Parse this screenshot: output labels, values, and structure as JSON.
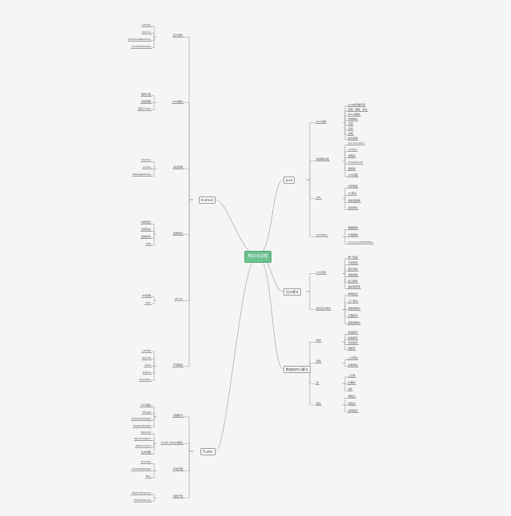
{
  "root": {
    "label": "知识点总结",
    "color": "#6cc28e"
  },
  "branches": {
    "java": {
      "label": "Java",
      "children": [
        {
          "label": "Java基础",
          "items": [
            "Java的四种引用",
            "封装、继承、多态",
            "String相关",
            "异常体系",
            "泛型",
            "反射",
            "注解",
            "集合框架"
          ]
        },
        {
          "label": "多线程/并发",
          "items": [
            "synchronized",
            "volatile",
            "线程池",
            "ThreadLocal",
            "锁机制",
            "CAS原理"
          ]
        },
        {
          "label": "JVM",
          "items": [
            "内存模型",
            "GC算法",
            "类加载机制",
            "双亲委派"
          ]
        },
        {
          "label": "HashMap",
          "items": [
            "数据结构",
            "扩容机制",
            "ConcurrentHashMap"
          ]
        }
      ]
    },
    "android": {
      "label": "Android",
      "children": [
        {
          "label": "四大组件",
          "items": [
            "Activity",
            "Service",
            "BroadcastReceiver",
            "ContentProvider"
          ]
        },
        {
          "label": "View相关",
          "items": [
            "事件分发",
            "绘制流程",
            "自定义View"
          ]
        },
        {
          "label": "消息机制",
          "items": [
            "Handler",
            "Looper",
            "MessageQueue"
          ]
        },
        {
          "label": "性能优化",
          "items": [
            "内存优化",
            "布局优化",
            "启动优化",
            "ANR"
          ]
        },
        {
          "label": "Binder",
          "items": [
            "IPC机制",
            "AIDL"
          ]
        },
        {
          "label": "开源框架",
          "items": [
            "OkHttp",
            "Retrofit",
            "Glide",
            "RxJava",
            "EventBus"
          ]
        }
      ]
    },
    "design": {
      "label": "设计模式",
      "children": [
        {
          "label": "六大原则",
          "items": [
            "单一职责",
            "开闭原则",
            "里氏替换",
            "依赖倒置",
            "接口隔离",
            "迪米特原则"
          ]
        },
        {
          "label": "常见设计模式",
          "items": [
            "单例模式",
            "工厂模式",
            "观察者模式",
            "代理模式",
            "建造者模式"
          ]
        }
      ]
    },
    "algo": {
      "label": "数据结构与算法",
      "children": [
        {
          "label": "排序",
          "items": [
            "冒泡排序",
            "快速排序",
            "归并排序",
            "堆排序"
          ]
        },
        {
          "label": "查找",
          "items": [
            "二分查找",
            "哈希查找"
          ]
        },
        {
          "label": "树",
          "items": [
            "二叉树",
            "红黑树",
            "B树"
          ]
        },
        {
          "label": "链表",
          "items": [
            "单链表",
            "双链表",
            "反转链表"
          ]
        }
      ]
    },
    "flutter": {
      "label": "Flutter",
      "children": [
        {
          "label": "基础知识",
          "items": [
            "Dart语言",
            "Widget",
            "StatelessWidget",
            "StatefulWidget"
          ]
        },
        {
          "label": "Flutter Widget相关",
          "items": [
            "Element",
            "RenderObject",
            "BuildContext",
            "生命周期"
          ]
        },
        {
          "label": "状态管理",
          "items": [
            "Provider",
            "InheritedWidget",
            "Bloc"
          ]
        },
        {
          "label": "混合开发",
          "items": [
            "MethodChannel",
            "EventChannel"
          ]
        }
      ]
    }
  }
}
